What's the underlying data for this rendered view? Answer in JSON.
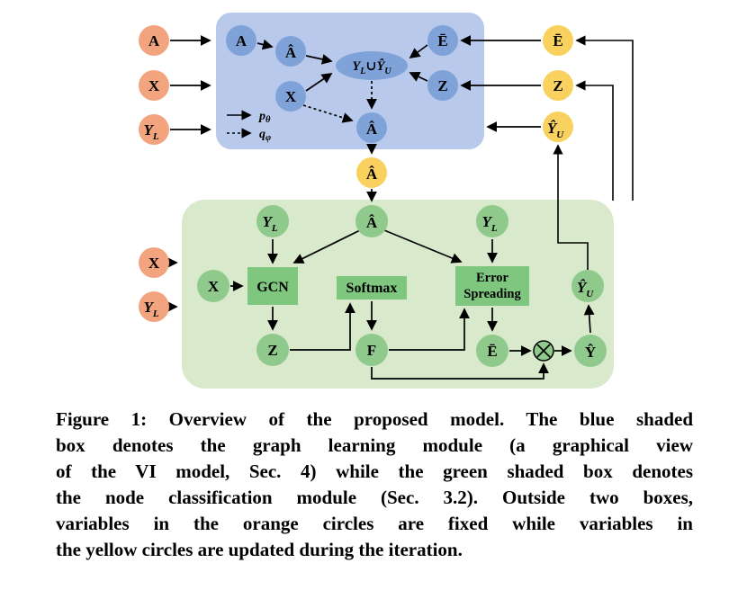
{
  "colors": {
    "orange_node": "#f2a47f",
    "yellow_node": "#f8d15f",
    "blue_box": "#b9c9ec",
    "blue_node": "#7fa3d9",
    "green_box": "#d9e9cc",
    "green_node": "#90c98c",
    "green_process_box": "#7fc77f"
  },
  "legend": {
    "p_main": "p",
    "p_sub": "θ",
    "q_main": "q",
    "q_sub": "φ"
  },
  "nodes": {
    "orange": {
      "a": "A",
      "x": "X",
      "yl_main": "Y",
      "yl_sub": "L",
      "x2": "X",
      "yl2_main": "Y",
      "yl2_sub": "L"
    },
    "blue": {
      "a": "A",
      "a_hat": "Â",
      "x": "X",
      "union_p1": "Y",
      "union_s1": "L",
      "union_op": "∪",
      "union_p2": "Ŷ",
      "union_s2": "U",
      "e_bar": "Ē",
      "z": "Z",
      "a_hat2": "Â"
    },
    "yellow": {
      "e_bar": "Ē",
      "z": "Z",
      "yu_main": "Ŷ",
      "yu_sub": "U",
      "a_hat": "Â"
    },
    "green": {
      "yl_left_main": "Y",
      "yl_left_sub": "L",
      "a_hat": "Â",
      "yl_right_main": "Y",
      "yl_right_sub": "L",
      "x": "X",
      "z": "Z",
      "f": "F",
      "e_bar": "Ē",
      "y_hat": "Ŷ",
      "yu_main": "Ŷ",
      "yu_sub": "U",
      "gcn": "GCN",
      "softmax": "Softmax",
      "error_line1": "Error",
      "error_line2": "Spreading"
    }
  },
  "caption": {
    "lines": [
      "Figure 1: Overview of the proposed model. The blue shaded",
      "box denotes the graph learning module (a graphical view",
      "of the VI model, Sec. 4) while the green shaded box denotes",
      "the node classification module (Sec. 3.2). Outside two boxes,",
      "variables in the orange circles are fixed while variables in",
      "the yellow circles are updated during the iteration."
    ]
  }
}
